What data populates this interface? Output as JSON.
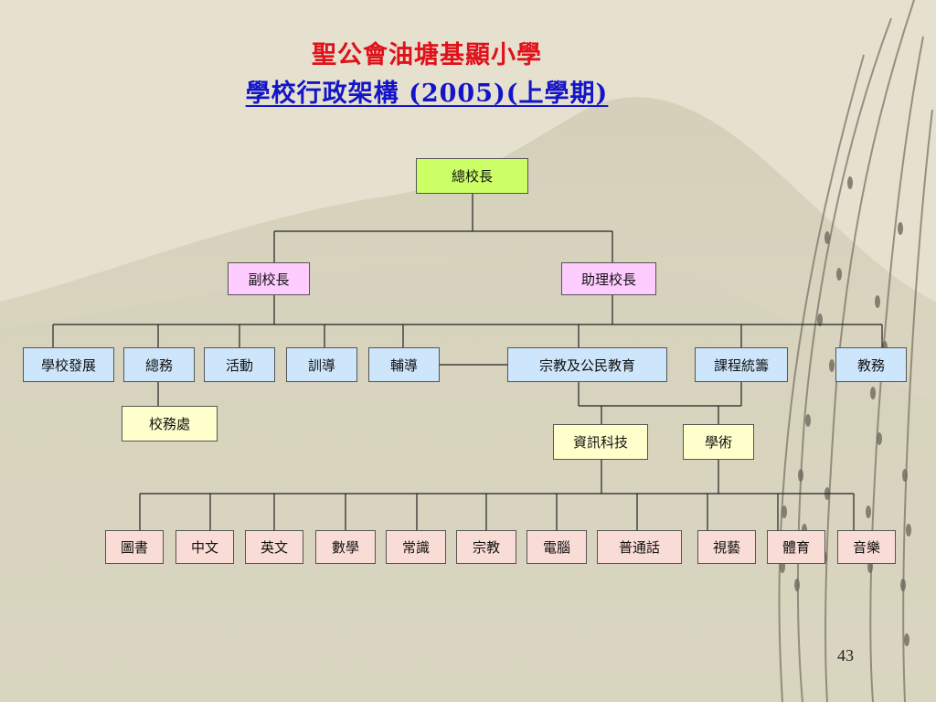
{
  "slide": {
    "title_line1": "聖公會油塘基顯小學",
    "title_line2": "學校行政架構 (2005)(上學期)",
    "page_number": "43"
  },
  "org": {
    "principal": "總校長",
    "deputy_principal": "副校長",
    "assistant_principal": "助理校長",
    "departments": [
      "學校發展",
      "總務",
      "活動",
      "訓導",
      "輔導",
      "宗教及公民教育",
      "課程統籌",
      "教務"
    ],
    "general_affairs_office": "校務處",
    "curriculum_units": [
      "資訊科技",
      "學術"
    ],
    "subjects": [
      "圖書",
      "中文",
      "英文",
      "數學",
      "常識",
      "宗教",
      "電腦",
      "普通話",
      "視藝",
      "體育",
      "音樂"
    ]
  },
  "colors": {
    "title_red": "#e0111b",
    "title_blue": "#1414c8",
    "principal_box": "#ccff66",
    "deputy_box": "#ffccff",
    "department_box": "#cde6fb",
    "office_box": "#ffffcc",
    "subject_box": "#f9dcd5"
  }
}
